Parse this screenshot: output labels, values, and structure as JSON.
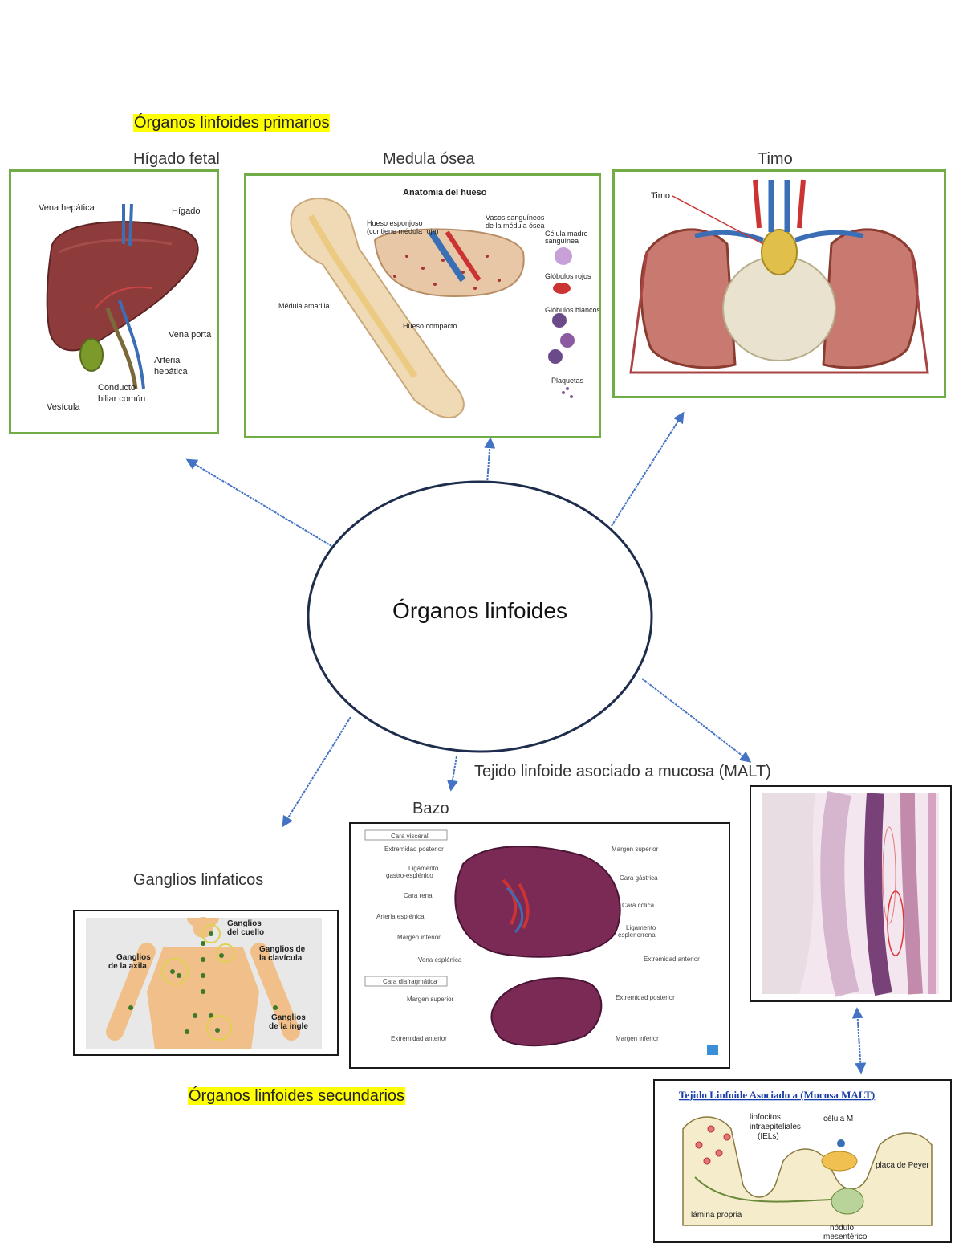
{
  "headings": {
    "primary": "Órganos linfoides primarios",
    "secondary": "Órganos linfoides secundarios"
  },
  "center": {
    "label": "Órganos linfoides"
  },
  "nodes": {
    "higado": {
      "title": "Hígado fetal",
      "labels": [
        "Vena hepática",
        "Hígado",
        "Vena porta",
        "Arteria",
        "hepática",
        "Conducto",
        "biliar común",
        "Vesícula"
      ]
    },
    "medula": {
      "title": "Medula ósea",
      "labels": [
        "Anatomía del hueso",
        "Hueso esponjoso",
        "(contiene médula roja)",
        "Vasos sanguíneos",
        "de la médula ósea",
        "Célula madre",
        "sanguínea",
        "Glóbulos rojos",
        "Médula amarilla",
        "Hueso compacto",
        "Glóbulos blancos",
        "Plaquetas"
      ]
    },
    "timo": {
      "title": "Timo",
      "labels": [
        "Timo"
      ]
    },
    "bazo": {
      "title": "Bazo",
      "labels": [
        "Cara visceral",
        "Extremidad posterior",
        "Ligamento",
        "gastro-esplénico",
        "Cara renal",
        "Arteria esplénica",
        "Margen inferior",
        "Vena esplénica",
        "Margen superior",
        "Cara gástrica",
        "Cara cólica",
        "Ligamento",
        "esplenorrenal",
        "Extremidad anterior",
        "Cara diafragmática",
        "Margen superior",
        "Extremidad anterior",
        "Extremidad posterior",
        "Margen inferior"
      ]
    },
    "ganglios": {
      "title": "Ganglios linfaticos",
      "labels": [
        "Ganglios",
        "del cuello",
        "Ganglios de",
        "la clavícula",
        "Ganglios",
        "de la axila",
        "Ganglios",
        "de la ingle"
      ]
    },
    "malt": {
      "title": "Tejido linfoide asociado a mucosa (MALT)"
    },
    "malt_diagram": {
      "title": "Tejido Linfoide Asociado a (Mucosa MALT)",
      "labels": [
        "linfocitos",
        "intraepiteliales",
        "(IELs)",
        "célula M",
        "placa de Peyer",
        "lámina propria",
        "nódulo",
        "mesentérico"
      ]
    }
  },
  "colors": {
    "frame_green": "#70ad47",
    "arrow_blue": "#4472c4",
    "ellipse_navy": "#1f2d4d",
    "highlight": "#ffff00"
  }
}
